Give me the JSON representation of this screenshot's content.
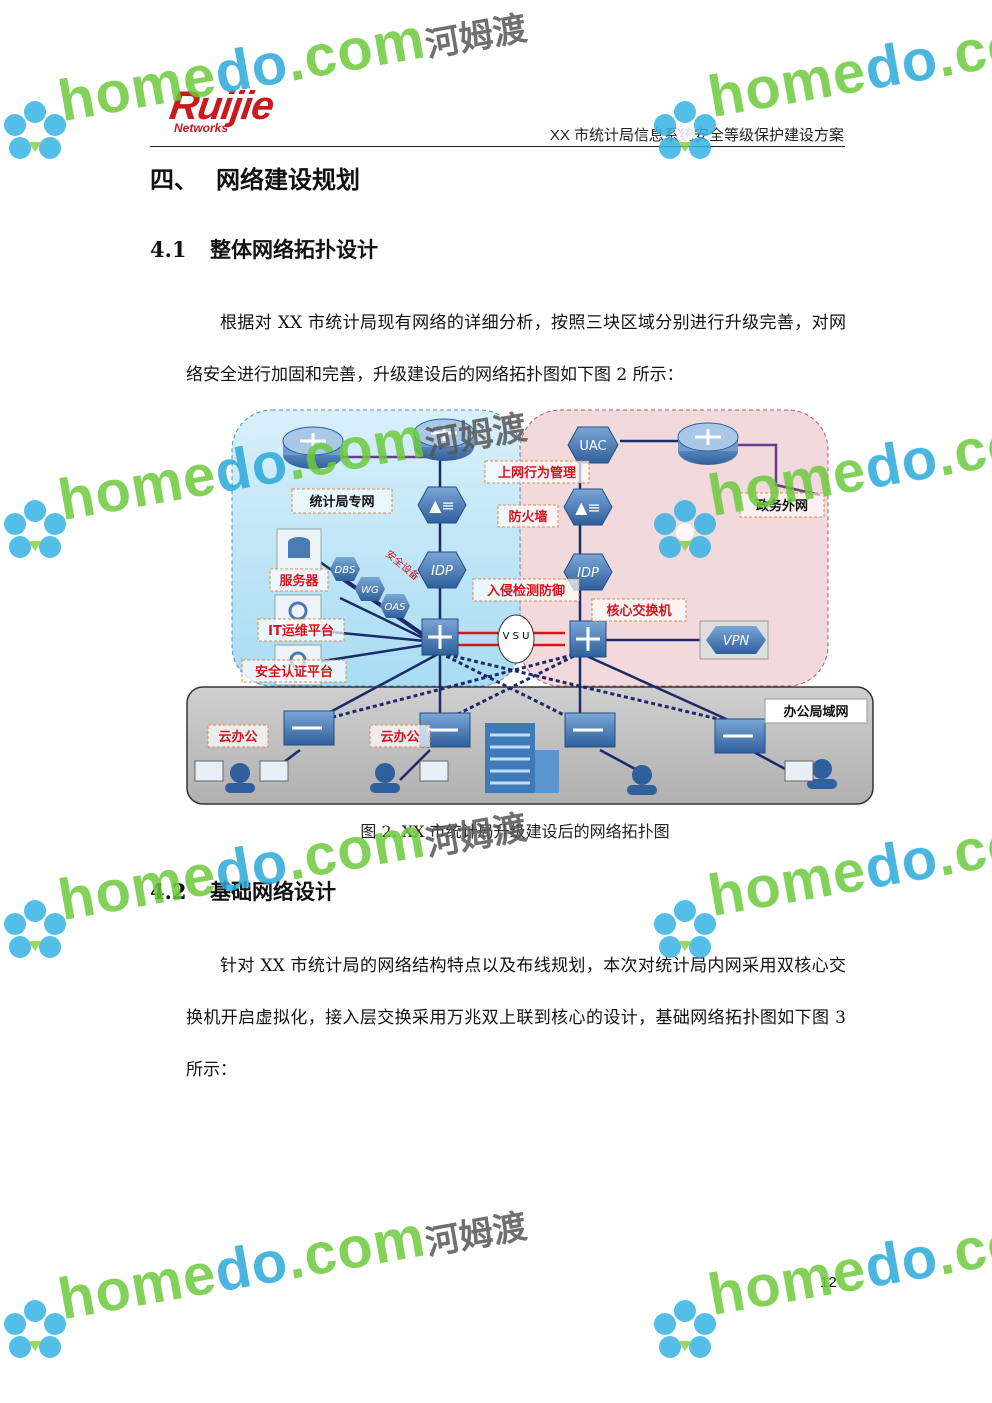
{
  "header": {
    "logo_text": "Ruijie",
    "logo_sub": "Networks",
    "doc_title": "XX 市统计局信息系统安全等级保护建设方案"
  },
  "section": {
    "number": "四、",
    "title": "网络建设规划"
  },
  "subsection_1": {
    "number": "4.1",
    "title": "整体网络拓扑设计",
    "paragraph": "根据对 XX 市统计局现有网络的详细分析，按照三块区域分别进行升级完善，对网络安全进行加固和完善，升级建设后的网络拓扑图如下图 2 所示："
  },
  "figure": {
    "labels": {
      "zone_private": "统计局专网",
      "zone_gov": "政务外网",
      "zone_office": "办公局域网",
      "behavior_mgmt": "上网行为管理",
      "firewall": "防火墙",
      "ids": "入侵检测防御",
      "core_switch": "核心交换机",
      "servers": "服务器",
      "it_ops": "IT运维平台",
      "auth": "安全认证平台",
      "security_devices": "安全设备",
      "cloud_office_1": "云办公",
      "cloud_office_2": "云办公",
      "uac": "UAC",
      "idp_1": "IDP",
      "idp_2": "IDP",
      "vpn": "VPN",
      "dbs": "DBS",
      "wg": "WG",
      "oas": "OAS",
      "vsu": "V S U"
    },
    "caption": "图 2. XX 市统计局升级建设后的网络拓扑图"
  },
  "subsection_2": {
    "number": "4.2",
    "title": "基础网络设计",
    "paragraph": "针对 XX 市统计局的网络结构特点以及布线规划，本次对统计局内网采用双核心交换机开启虚拟化，接入层交换采用万兆双上联到核心的设计，基础网络拓扑图如下图 3 所示："
  },
  "page_number": "12",
  "watermark": {
    "home": "home",
    "do": "do",
    "com": ".com",
    "cn": "河姆渡"
  },
  "colors": {
    "logo_red": "#c8191f",
    "label_red": "#d6141c",
    "zone_blue": "#bfe6f7",
    "zone_pink": "#f2d9dc",
    "zone_gray": "#bdbdbd",
    "device_blue": "#3f79b8"
  }
}
